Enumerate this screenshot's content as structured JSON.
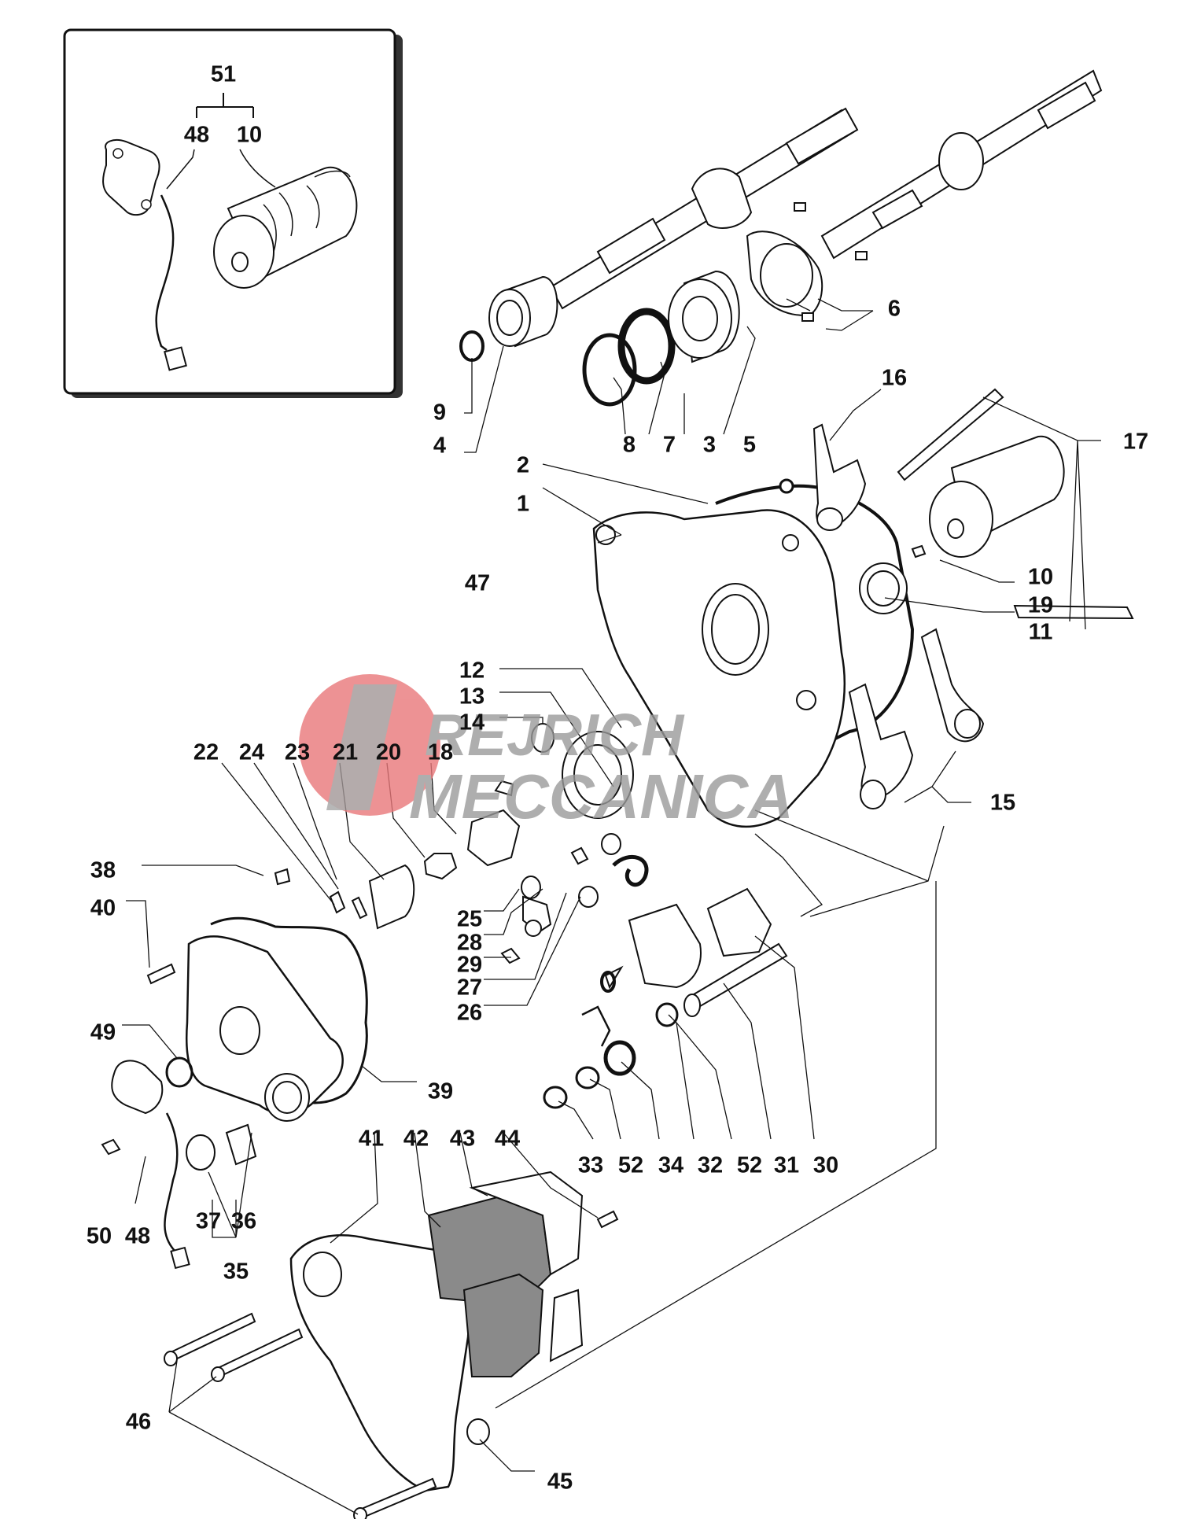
{
  "diagram": {
    "inset": {
      "assembly_number": "51",
      "sub_numbers": [
        "48",
        "10"
      ]
    },
    "part_numbers": [
      "1",
      "2",
      "3",
      "4",
      "5",
      "6",
      "7",
      "8",
      "9",
      "10",
      "11",
      "12",
      "13",
      "14",
      "15",
      "16",
      "17",
      "18",
      "19",
      "20",
      "21",
      "22",
      "23",
      "24",
      "25",
      "26",
      "27",
      "28",
      "29",
      "30",
      "31",
      "32",
      "33",
      "34",
      "35",
      "36",
      "37",
      "38",
      "39",
      "40",
      "41",
      "42",
      "43",
      "44",
      "45",
      "46",
      "47",
      "48",
      "49",
      "50",
      "52"
    ],
    "labels": {
      "inset_51": "51",
      "inset_48": "48",
      "inset_10": "10",
      "l1": "1",
      "l2": "2",
      "l3": "3",
      "l4": "4",
      "l5": "5",
      "l6": "6",
      "l7": "7",
      "l8": "8",
      "l9": "9",
      "l10": "10",
      "l11": "11",
      "l12": "12",
      "l13": "13",
      "l14": "14",
      "l15": "15",
      "l16": "16",
      "l17": "17",
      "l18": "18",
      "l19": "19",
      "l20": "20",
      "l21": "21",
      "l22": "22",
      "l23": "23",
      "l24": "24",
      "l25": "25",
      "l26": "26",
      "l27": "27",
      "l28": "28",
      "l29": "29",
      "l30": "30",
      "l31": "31",
      "l32": "32",
      "l33": "33",
      "l34": "34",
      "l35": "35",
      "l36": "36",
      "l37": "37",
      "l38": "38",
      "l39": "39",
      "l40": "40",
      "l41": "41",
      "l42": "42",
      "l43": "43",
      "l44": "44",
      "l45": "45",
      "l46": "46",
      "l47": "47",
      "l48": "48",
      "l49": "49",
      "l50": "50",
      "l52a": "52",
      "l52b": "52"
    }
  },
  "watermark": {
    "line1": "REJRICH",
    "line2": "MECCANICA",
    "color_red": "#e9787a",
    "color_gray": "#9a9a9a"
  },
  "colors": {
    "line": "#111111",
    "part_fill": "#ffffff",
    "pad_fill": "#8a8a8a"
  }
}
